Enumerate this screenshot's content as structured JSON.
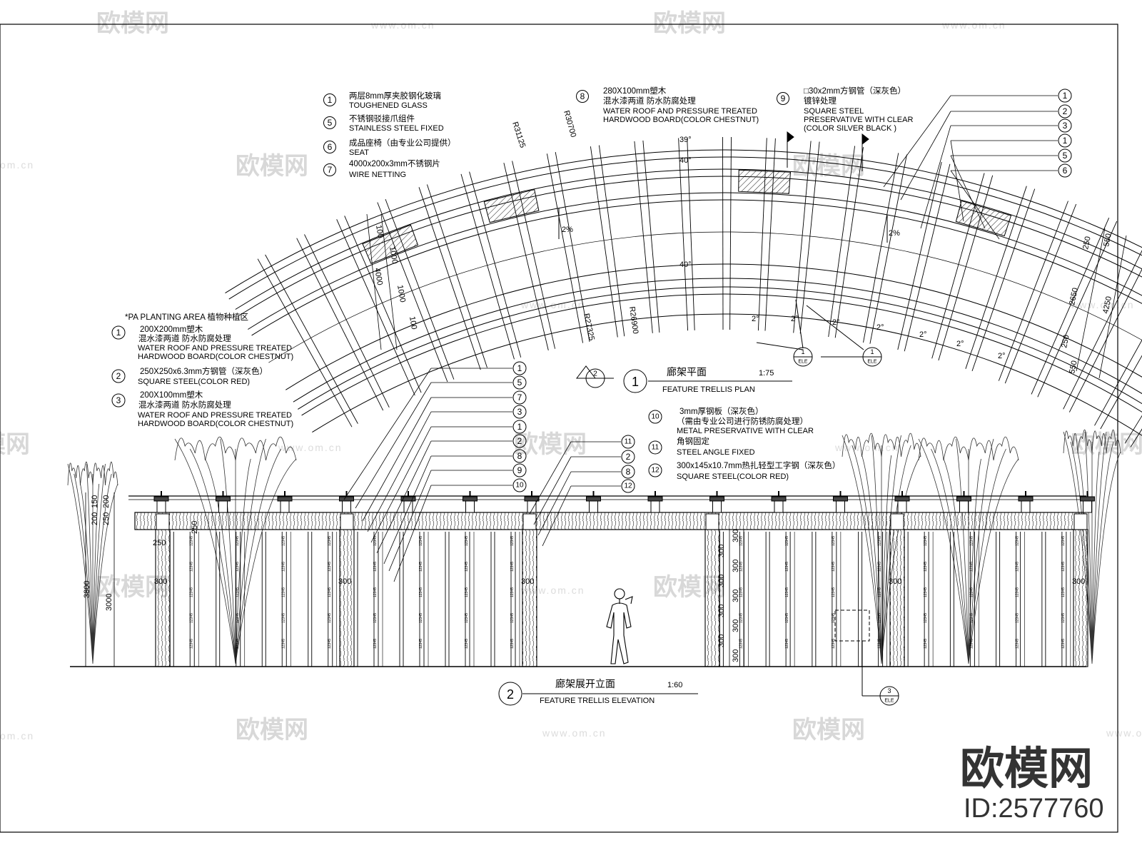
{
  "sheet": {
    "watermark_text": "欧模网",
    "watermark_url": "www.om.cn",
    "watermark_url_short": "om.cn",
    "logo_text": "欧模网",
    "logo_id": "ID:2577760"
  },
  "plan": {
    "title_cn": "廊架平面",
    "title_en": "FEATURE TRELLIS PLAN",
    "scale": "1:75",
    "number": "1",
    "section_mark": "2",
    "legend": [
      {
        "num": "①",
        "cn": "两层8mm厚夹胶钢化玻璃",
        "en": [
          "TOUGHENED GLASS"
        ]
      },
      {
        "num": "⑤",
        "cn": "不锈钢驳接爪组件",
        "en": [
          "STAINLESS STEEL FIXED"
        ]
      },
      {
        "num": "⑥",
        "cn": "成品座椅（由专业公司提供）",
        "en": [
          "SEAT"
        ]
      },
      {
        "num": "⑦",
        "cn": "4000x200x3mm不锈钢片",
        "en": [
          "WIRE NETTING"
        ]
      }
    ],
    "legend_mid": {
      "num": "⑧",
      "cn": "280X100mm塑木",
      "cn2": "混水漆两道 防水防腐处理",
      "en": [
        "WATER ROOF AND PRESSURE TREATED",
        "HARDWOOD BOARD(COLOR CHESTNUT)"
      ]
    },
    "legend_right": {
      "num": "⑨",
      "cn": "□30x2mm方钢管（深灰色）",
      "cn2": "镀锌处理",
      "en": [
        "SQUARE STEEL",
        "PRESERVATIVE WITH CLEAR",
        "(COLOR SILVER BLACK )"
      ]
    },
    "callouts": [
      "1",
      "2",
      "3",
      "1",
      "5",
      "6"
    ],
    "radii": [
      "R31125",
      "R30700",
      "R27325",
      "R26900"
    ],
    "angles": [
      "39°",
      "40°",
      "40°"
    ],
    "slopes": [
      "2%",
      "2%"
    ],
    "left_dims": [
      "100",
      "1000",
      "4000",
      "1000",
      "100"
    ],
    "right_dims": [
      "250",
      "550",
      "2650",
      "4250",
      "250",
      "550"
    ],
    "bottom_angles": [
      "2°",
      "2°",
      "2°",
      "2°",
      "2°",
      "2°",
      "2°"
    ],
    "detail_refs": [
      {
        "top": "1",
        "bottom": "ELE"
      },
      {
        "top": "1",
        "bottom": "ELE"
      }
    ]
  },
  "planting": {
    "heading": "*PA    PLANTING AREA  植物种植区",
    "items": [
      {
        "num": "①",
        "cn": "200X200mm塑木",
        "cn2": "混水漆两道 防水防腐处理",
        "en": [
          "WATER ROOF AND PRESSURE TREATED",
          "HARDWOOD BOARD(COLOR CHESTNUT)"
        ]
      },
      {
        "num": "②",
        "cn": "250X250x6.3mm方钢管（深灰色）",
        "cn2": "",
        "en": [
          "SQUARE STEEL(COLOR RED)"
        ]
      },
      {
        "num": "③",
        "cn": "200X100mm塑木",
        "cn2": "混水漆两道 防水防腐处理",
        "en": [
          "WATER ROOF AND PRESSURE TREATED",
          "HARDWOOD BOARD(COLOR CHESTNUT)"
        ]
      }
    ]
  },
  "elevation": {
    "title_cn": "廊架展开立面",
    "title_en": "FEATURE TRELLIS ELEVATION",
    "scale": "1:60",
    "number": "2",
    "callouts_left": [
      "1",
      "5",
      "7",
      "3",
      "1",
      "2",
      "8",
      "9",
      "10"
    ],
    "callouts_mid": [
      "11",
      "2",
      "8",
      "12"
    ],
    "legend": [
      {
        "num": "⑩",
        "cn": "3mm厚钢板（深灰色）",
        "cn2": "（需由专业公司进行防锈防腐处理）",
        "en": [
          "METAL PRESERVATIVE WITH CLEAR"
        ]
      },
      {
        "num": "⑪",
        "cn": "角钢固定",
        "cn2": "",
        "en": [
          "STEEL ANGLE FIXED"
        ]
      },
      {
        "num": "⑫",
        "cn": "300x145x10.7mm热扎轻型工字钢（深灰色）",
        "cn2": "",
        "en": [
          "SQUARE STEEL(COLOR RED)"
        ]
      }
    ],
    "dims_left": [
      "200",
      "150",
      "250",
      "200",
      "250",
      "250",
      "3800",
      "3000"
    ],
    "column_dims": [
      "300",
      "300",
      "300",
      "300"
    ],
    "mid_dims": [
      "300",
      "300",
      "300",
      "300",
      "300",
      "300",
      "300",
      "300",
      "300"
    ],
    "panel_label": "12345",
    "detail_ref": {
      "top": "3",
      "bottom": "ELE"
    }
  }
}
